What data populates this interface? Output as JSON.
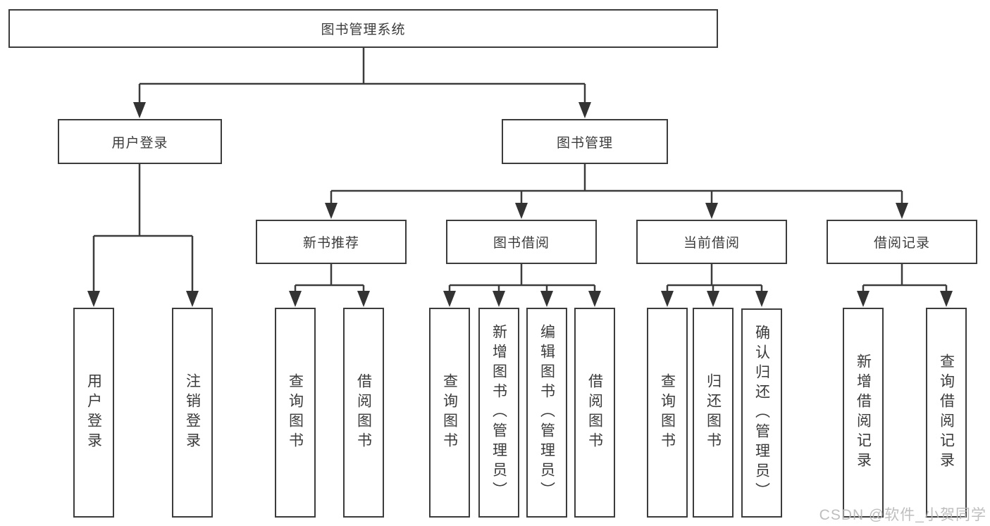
{
  "tree": {
    "label": "图书管理系统",
    "children": [
      {
        "label": "用户登录",
        "children": [
          {
            "label": "用户登录"
          },
          {
            "label": "注销登录"
          }
        ]
      },
      {
        "label": "图书管理",
        "children": [
          {
            "label": "新书推荐",
            "children": [
              {
                "label": "查询图书"
              },
              {
                "label": "借阅图书"
              }
            ]
          },
          {
            "label": "图书借阅",
            "children": [
              {
                "label": "查询图书"
              },
              {
                "label": "新增图书（管理员）"
              },
              {
                "label": "编辑图书（管理员）"
              },
              {
                "label": "借阅图书"
              }
            ]
          },
          {
            "label": "当前借阅",
            "children": [
              {
                "label": "查询图书"
              },
              {
                "label": "归还图书"
              },
              {
                "label": "确认归还（管理员）"
              }
            ]
          },
          {
            "label": "借阅记录",
            "children": [
              {
                "label": "新增借阅记录"
              },
              {
                "label": "查询借阅记录"
              }
            ]
          }
        ]
      }
    ]
  },
  "watermark": "CSDN @软件_小贺同学",
  "colors": {
    "line": "#3c3c3c",
    "text": "#3b3b3b",
    "background": "#ffffff",
    "watermark": "#b8b8b8"
  }
}
